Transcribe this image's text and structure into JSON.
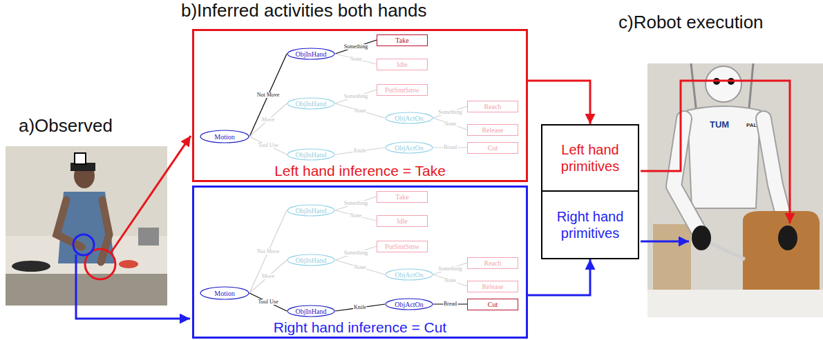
{
  "diagram": {
    "nodes": [
      {
        "text": [
          "Left hand inference = Take"
        ]
      },
      {
        "text": [
          "Motion"
        ],
        "in": 0
      },
      {
        "text": [
          "ObjInHand"
        ],
        "in": 0
      },
      {
        "text": [
          "Take"
        ],
        "in": 0
      },
      {
        "text": [
          "Idle"
        ],
        "in": 0
      },
      {
        "text": [
          "ObjInHand"
        ],
        "in": 0
      },
      {
        "text": [
          "PutSmtSmw"
        ],
        "in": 0
      },
      {
        "text": [
          "ObjActOn"
        ],
        "in": 0
      },
      {
        "text": [
          "Reach"
        ],
        "in": 0
      },
      {
        "text": [
          "Release"
        ],
        "in": 0
      },
      {
        "text": [
          "ObjInHand"
        ],
        "in": 0
      },
      {
        "text": [
          "ObjActOn"
        ],
        "in": 0
      },
      {
        "text": [
          "Cut"
        ],
        "in": 0
      },
      {
        "text": [
          "Right hand inference = Cut"
        ]
      },
      {
        "text": [
          "Motion"
        ],
        "in": 13
      },
      {
        "text": [
          "ObjInHand"
        ],
        "in": 13
      },
      {
        "text": [
          "Take"
        ],
        "in": 13
      },
      {
        "text": [
          "Idle"
        ],
        "in": 13
      },
      {
        "text": [
          "ObjInHand"
        ],
        "in": 13
      },
      {
        "text": [
          "PutSmtSmw"
        ],
        "in": 13
      },
      {
        "text": [
          "ObjActOn"
        ],
        "in": 13
      },
      {
        "text": [
          "Reach"
        ],
        "in": 13
      },
      {
        "text": [
          "Release"
        ],
        "in": 13
      },
      {
        "text": [
          "ObjInHand"
        ],
        "in": 13
      },
      {
        "text": [
          "ObjActOn"
        ],
        "in": 13
      },
      {
        "text": [
          "Cut"
        ],
        "in": 13
      },
      {
        "text": [
          "Left hand primitives"
        ]
      },
      {
        "text": [
          "Right hand primitives"
        ]
      }
    ],
    "edges": [
      {
        "from": 1,
        "to": 2,
        "arrow": "none",
        "label": "Not Move"
      },
      {
        "from": 2,
        "to": 3,
        "arrow": "none",
        "label": "Something"
      },
      {
        "from": 2,
        "to": 4,
        "arrow": "none",
        "label": "None"
      },
      {
        "from": 1,
        "to": 5,
        "arrow": "none",
        "label": "Move"
      },
      {
        "from": 5,
        "to": 6,
        "arrow": "none",
        "label": "Something"
      },
      {
        "from": 5,
        "to": 7,
        "arrow": "none",
        "label": "None"
      },
      {
        "from": 7,
        "to": 8,
        "arrow": "none",
        "label": "Something"
      },
      {
        "from": 7,
        "to": 9,
        "arrow": "none",
        "label": "None"
      },
      {
        "from": 1,
        "to": 10,
        "arrow": "none",
        "label": "Tool Use"
      },
      {
        "from": 10,
        "to": 11,
        "arrow": "none",
        "label": "Knife"
      },
      {
        "from": 11,
        "to": 12,
        "arrow": "none",
        "label": "Bread"
      },
      {
        "from": 14,
        "to": 15,
        "arrow": "none",
        "label": "Not Move"
      },
      {
        "from": 15,
        "to": 16,
        "arrow": "none",
        "label": "Something"
      },
      {
        "from": 15,
        "to": 17,
        "arrow": "none",
        "label": "None"
      },
      {
        "from": 14,
        "to": 18,
        "arrow": "none",
        "label": "Move"
      },
      {
        "from": 18,
        "to": 19,
        "arrow": "none",
        "label": "Something"
      },
      {
        "from": 18,
        "to": 20,
        "arrow": "none",
        "label": "None"
      },
      {
        "from": 20,
        "to": 21,
        "arrow": "none",
        "label": "Something"
      },
      {
        "from": 20,
        "to": 22,
        "arrow": "none",
        "label": "None"
      },
      {
        "from": 14,
        "to": 23,
        "arrow": "none",
        "label": "Tool Use"
      },
      {
        "from": 23,
        "to": 24,
        "arrow": "none",
        "label": "Knife"
      },
      {
        "from": 24,
        "to": 25,
        "arrow": "none",
        "label": "Bread"
      },
      {
        "from": 0,
        "to": 26,
        "arrow": "to"
      },
      {
        "from": 13,
        "to": 27,
        "arrow": "to"
      }
    ],
    "labels": [
      "a)Observed",
      "b)Inferred activities both hands",
      "c)Robot execution",
      "TUM",
      "PAL"
    ]
  }
}
